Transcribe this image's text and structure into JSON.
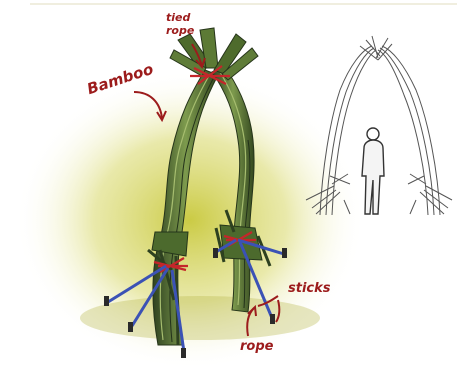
{
  "colors": {
    "background": "#ffffff",
    "glow": "#c9c934",
    "bamboo_dark": "#3f5628",
    "bamboo_light": "#8ea35a",
    "rope": "#c4262a",
    "sticks": "#3b52b5",
    "annotation": "#9c1c1c",
    "sketch_line": "#555555"
  },
  "labels": {
    "tied_rope_line1": "tied",
    "tied_rope_line2": "rope",
    "bamboo": "Bamboo",
    "sticks": "sticks",
    "rope": "rope"
  },
  "icons": {
    "main": "bamboo-arch-illustration",
    "side": "arch-with-person-sketch"
  }
}
